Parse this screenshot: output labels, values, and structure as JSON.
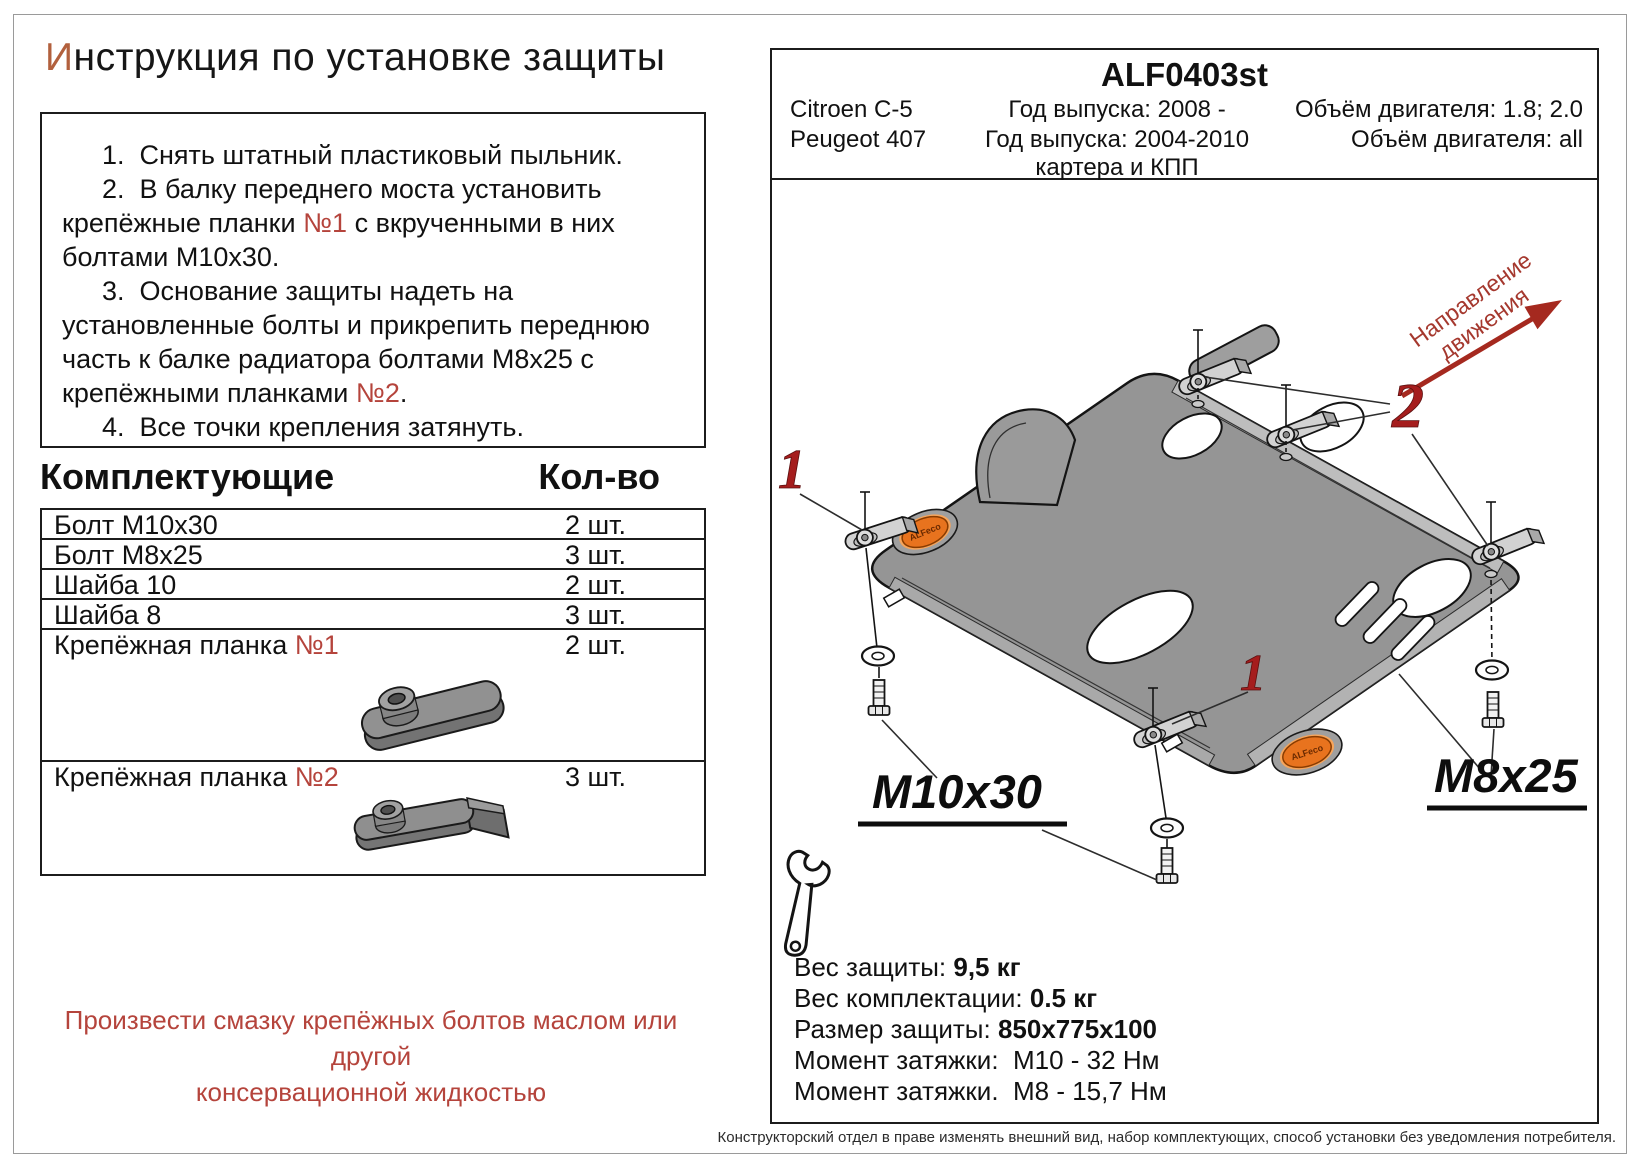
{
  "title": {
    "first_letter": "И",
    "rest": "нструкция по установке защиты"
  },
  "instructions": [
    {
      "pre": "1.  Снять штатный пластиковый пыльник.",
      "red": "",
      "post": ""
    },
    {
      "pre": "2.  В балку переднего моста установить крепёжные планки ",
      "red": "№1",
      "post": " с вкрученными в них болтами М10х30."
    },
    {
      "pre": "3.  Основание защиты надеть на установленные болты и прикрепить переднюю часть к балке радиатора болтами М8х25 с крепёжными планками ",
      "red": "№2",
      "post": "."
    },
    {
      "pre": "4.  Все точки крепления затянуть.",
      "red": "",
      "post": ""
    }
  ],
  "parts": {
    "header": "Комплектующие",
    "qty_header": "Кол-во",
    "rows": [
      {
        "label": "Болт М10х30",
        "red": "",
        "qty": "2 шт."
      },
      {
        "label": "Болт М8х25",
        "red": "",
        "qty": "3 шт."
      },
      {
        "label": "Шайба 10",
        "red": "",
        "qty": "2 шт."
      },
      {
        "label": "Шайба 8",
        "red": "",
        "qty": "3 шт."
      },
      {
        "label": "Крепёжная планка ",
        "red": "№1",
        "qty": "2 шт."
      },
      {
        "label": "Крепёжная планка ",
        "red": "№2",
        "qty": "3 шт."
      }
    ]
  },
  "note_line1": "Произвести смазку крепёжных болтов маслом или другой",
  "note_line2": "консервационной жидкостью",
  "panel": {
    "part_number": "ALF0403st",
    "car1": "Citroen C-5",
    "car2": "Peugeot 407",
    "year1": "Год выпуска: 2008 -",
    "year2": "Год выпуска: 2004-2010",
    "engine1": "Объём двигателя: 1.8; 2.0",
    "engine2": "Объём двигателя: all",
    "subtitle": "картера и КПП"
  },
  "diagram": {
    "direction_line1": "Направление",
    "direction_line2": "движения",
    "label_1": "1",
    "label_2": "2",
    "m10": "М10х30",
    "m8": "М8х25",
    "badge": "ALFeco"
  },
  "specs": [
    {
      "label": "Вес защиты: ",
      "value": "9,5 кг"
    },
    {
      "label": "Вес комплектации: ",
      "value": "0.5 кг"
    },
    {
      "label": "Размер защиты: ",
      "value": "850х775х100"
    },
    {
      "label": "Момент затяжки:  М10 - 32 Нм",
      "value": ""
    },
    {
      "label": "Момент затяжки.  М8 - 15,7 Нм",
      "value": ""
    }
  ],
  "disclaimer": "Конструкторский отдел в праве изменять внешний вид, набор комплектующих, способ установки без уведомления потребителя.",
  "colors": {
    "accent_red": "#b5443c",
    "label_red": "#a51d1d",
    "direction_red": "#a5382e",
    "badge_orange": "#e8731e",
    "plate_gray": "#959595"
  }
}
